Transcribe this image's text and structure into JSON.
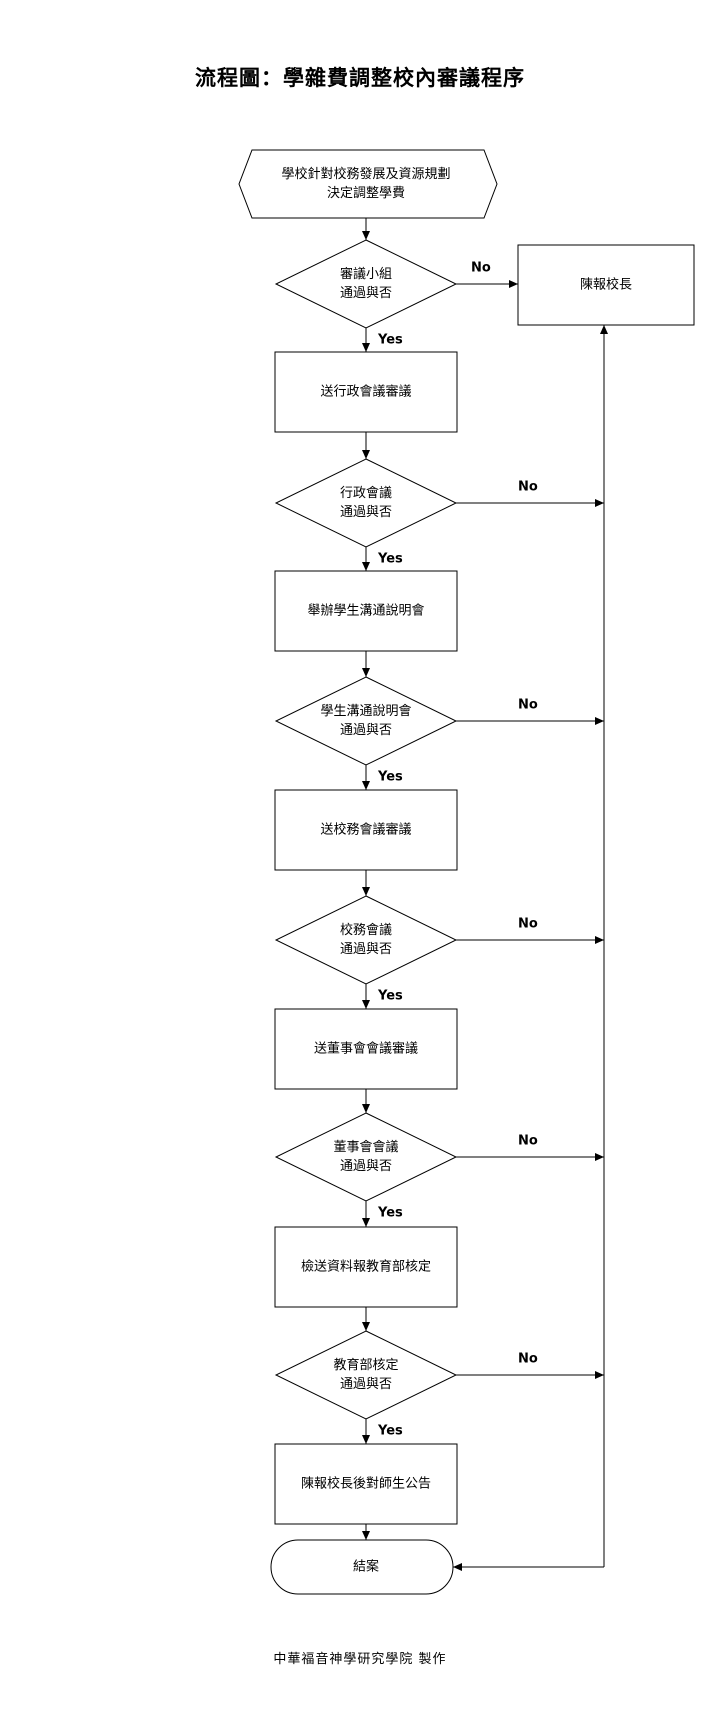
{
  "title": "流程圖：學雜費調整校內審議程序",
  "footer": "中華福音神學研究學院 製作",
  "flow": {
    "start": [
      "學校針對校務發展及資源規劃",
      "決定調整學費"
    ],
    "report": "陳報校長",
    "yes": "Yes",
    "no": "No",
    "steps": [
      {
        "decision": [
          "審議小組",
          "通過與否"
        ],
        "action": [
          "送行政會議審議"
        ]
      },
      {
        "decision": [
          "行政會議",
          "通過與否"
        ],
        "action": [
          "舉辦學生溝通說明會"
        ]
      },
      {
        "decision": [
          "學生溝通說明會",
          "通過與否"
        ],
        "action": [
          "送校務會議審議"
        ]
      },
      {
        "decision": [
          "校務會議",
          "通過與否"
        ],
        "action": [
          "送董事會會議審議"
        ]
      },
      {
        "decision": [
          "董事會會議",
          "通過與否"
        ],
        "action": [
          "檢送資料報教育部核定"
        ]
      },
      {
        "decision": [
          "教育部核定",
          "通過與否"
        ],
        "action": [
          "陳報校長後對師生公告"
        ]
      }
    ],
    "end": "結案"
  }
}
